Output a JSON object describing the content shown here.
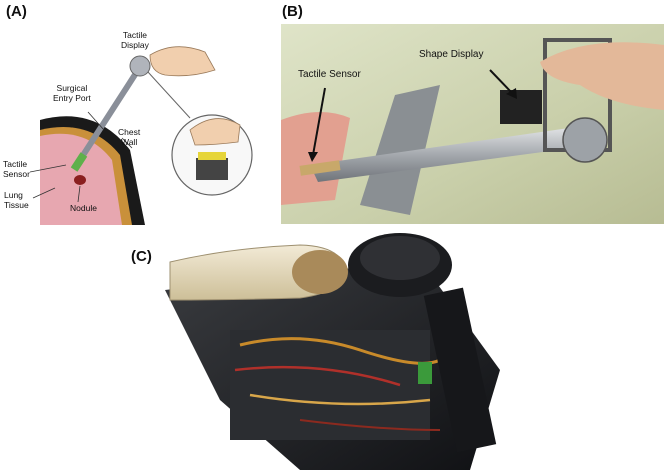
{
  "panels": {
    "a": {
      "letter": "(A)",
      "labels": {
        "tactile_display": "Tactile\nDisplay",
        "surgical_entry_port": "Surgical\nEntry Port",
        "chest_wall": "Chest\nWall",
        "tactile_sensor": "Tactile\nSensor",
        "lung_tissue": "Lung\nTissue",
        "nodule": "Nodule"
      }
    },
    "b": {
      "letter": "(B)",
      "labels": {
        "tactile_sensor": "Tactile Sensor",
        "shape_display": "Shape Display"
      }
    },
    "c": {
      "letter": "(C)"
    }
  }
}
